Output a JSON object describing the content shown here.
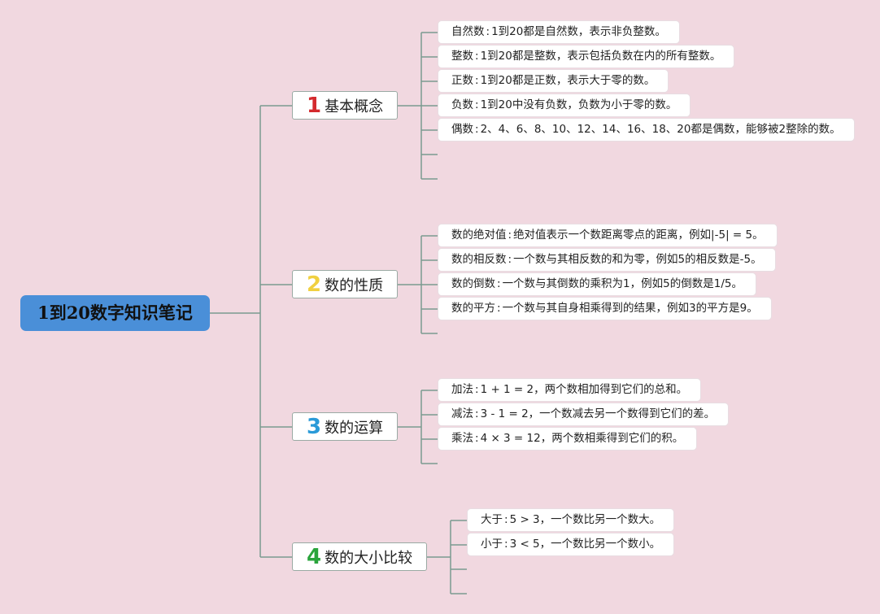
{
  "title": "1到20数字知识笔记",
  "branches": [
    {
      "num": "1",
      "label": "基本概念",
      "color": "#d42a2e"
    },
    {
      "num": "2",
      "label": "数的性质",
      "color": "#f0d040"
    },
    {
      "num": "3",
      "label": "数的运算",
      "color": "#2a9ad8"
    },
    {
      "num": "4",
      "label": "数的大小比较",
      "color": "#2aa43c"
    }
  ],
  "leaves": {
    "b1": [
      {
        "term": "自然数",
        "desc": "1到20都是自然数，表示非负整数。"
      },
      {
        "term": "整数",
        "desc": "1到20都是整数，表示包括负数在内的所有整数。"
      },
      {
        "term": "正数",
        "desc": "1到20都是正数，表示大于零的数。"
      },
      {
        "term": "负数",
        "desc": "1到20中没有负数，负数为小于零的数。"
      },
      {
        "term": "偶数",
        "desc": "2、4、6、8、10、12、14、16、18、20都是偶数，能够被2整除的数。"
      }
    ],
    "b2": [
      {
        "term": "数的绝对值",
        "desc": "绝对值表示一个数距离零点的距离，例如|-5| = 5。"
      },
      {
        "term": "数的相反数",
        "desc": "一个数与其相反数的和为零，例如5的相反数是-5。"
      },
      {
        "term": "数的倒数",
        "desc": "一个数与其倒数的乘积为1，例如5的倒数是1/5。"
      },
      {
        "term": "数的平方",
        "desc": "一个数与其自身相乘得到的结果，例如3的平方是9。"
      }
    ],
    "b3": [
      {
        "term": "加法",
        "desc": "1 + 1 = 2，两个数相加得到它们的总和。"
      },
      {
        "term": "减法",
        "desc": "3 - 1 = 2，一个数减去另一个数得到它们的差。"
      },
      {
        "term": "乘法",
        "desc": "4 × 3 = 12，两个数相乘得到它们的积。"
      }
    ],
    "b4": [
      {
        "term": "大于",
        "desc": "5 > 3，一个数比另一个数大。"
      },
      {
        "term": "小于",
        "desc": "3 < 5，一个数比另一个数小。"
      }
    ]
  },
  "colors": {
    "background": "#f1d8e0",
    "root": "#4a8fd8",
    "line": "#7a9a90"
  }
}
